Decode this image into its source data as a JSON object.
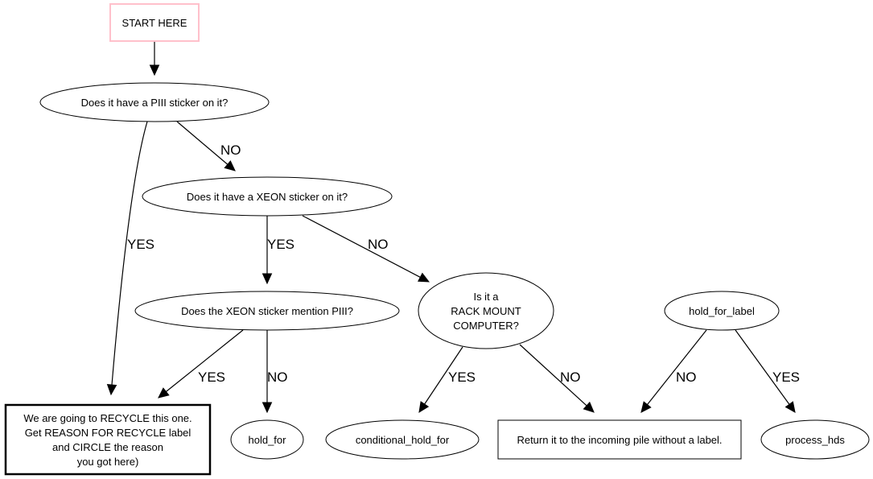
{
  "diagram": {
    "type": "flowchart",
    "nodes": {
      "start": {
        "label": [
          "START HERE"
        ],
        "shape": "box",
        "border_color": "#ffc0cb"
      },
      "piii": {
        "label": [
          "Does it have a PIII sticker on it?"
        ],
        "shape": "ellipse"
      },
      "xeon": {
        "label": [
          "Does it have a XEON sticker on it?"
        ],
        "shape": "ellipse"
      },
      "xeon_piii": {
        "label": [
          "Does the XEON sticker mention PIII?"
        ],
        "shape": "ellipse"
      },
      "rack": {
        "label": [
          "Is it a",
          "RACK MOUNT",
          "COMPUTER?"
        ],
        "shape": "ellipse"
      },
      "hold_for_label": {
        "label": [
          "hold_for_label"
        ],
        "shape": "ellipse"
      },
      "recycle": {
        "label": [
          "We are going to RECYCLE this one.",
          "Get REASON FOR RECYCLE label",
          "and CIRCLE the reason",
          "you got here)"
        ],
        "shape": "box",
        "bold": true
      },
      "hold_for": {
        "label": [
          "hold_for"
        ],
        "shape": "ellipse"
      },
      "conditional_hold_for": {
        "label": [
          "conditional_hold_for"
        ],
        "shape": "ellipse"
      },
      "return": {
        "label": [
          "Return it to the incoming pile without a label."
        ],
        "shape": "box"
      },
      "process_hds": {
        "label": [
          "process_hds"
        ],
        "shape": "ellipse"
      }
    },
    "edges": [
      {
        "from": "start",
        "to": "piii",
        "label": ""
      },
      {
        "from": "piii",
        "to": "recycle",
        "label": "YES"
      },
      {
        "from": "piii",
        "to": "xeon",
        "label": "NO"
      },
      {
        "from": "xeon",
        "to": "xeon_piii",
        "label": "YES"
      },
      {
        "from": "xeon",
        "to": "rack",
        "label": "NO"
      },
      {
        "from": "xeon_piii",
        "to": "recycle",
        "label": "YES"
      },
      {
        "from": "xeon_piii",
        "to": "hold_for",
        "label": "NO"
      },
      {
        "from": "rack",
        "to": "conditional_hold_for",
        "label": "YES"
      },
      {
        "from": "rack",
        "to": "return",
        "label": "NO"
      },
      {
        "from": "hold_for_label",
        "to": "return",
        "label": "NO"
      },
      {
        "from": "hold_for_label",
        "to": "process_hds",
        "label": "YES"
      }
    ]
  }
}
